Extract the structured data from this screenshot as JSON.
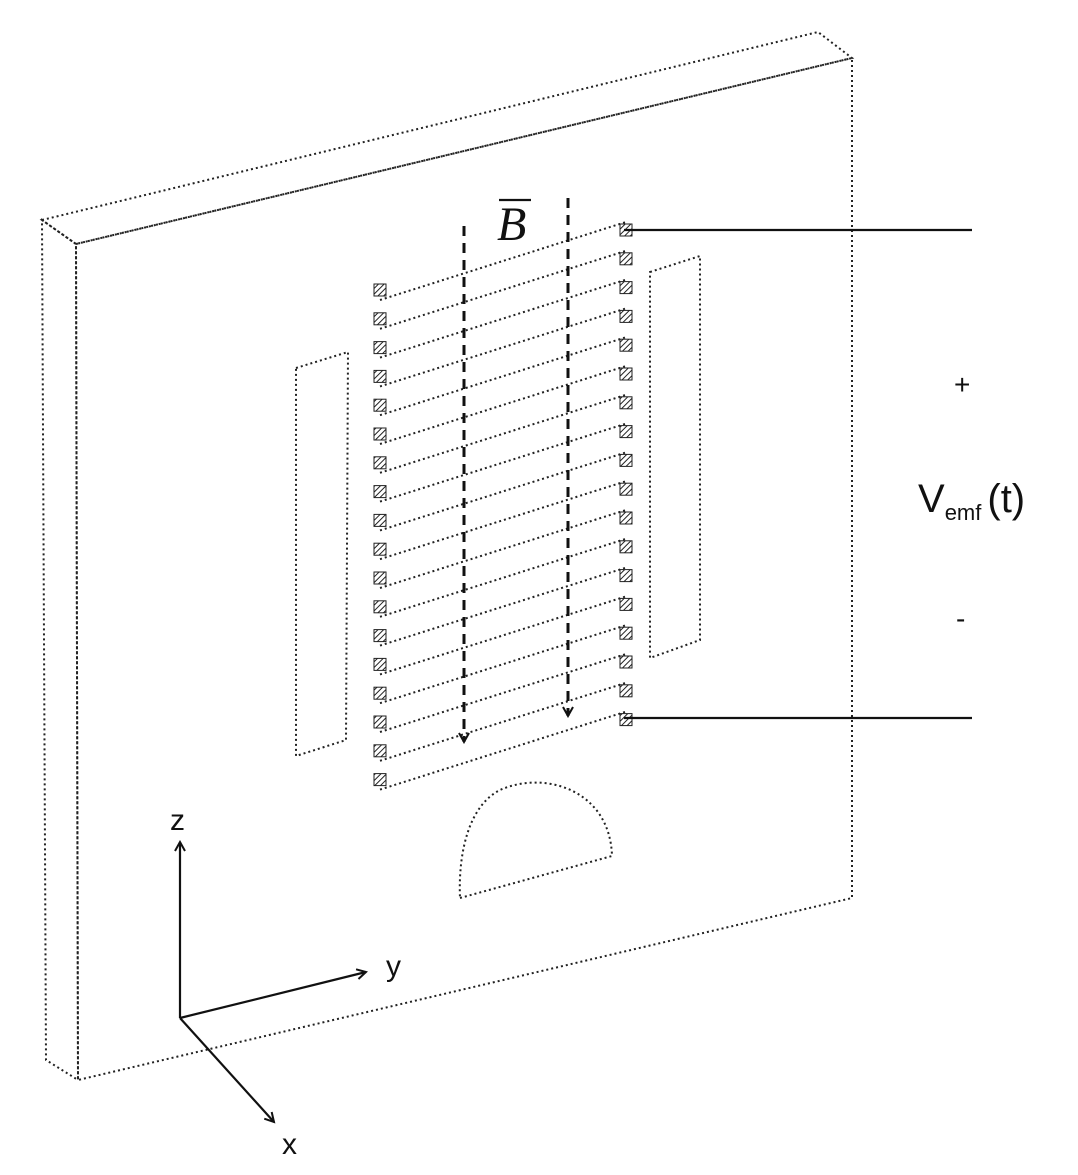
{
  "labels": {
    "field": "B",
    "plus": "+",
    "voltage_main": "V",
    "voltage_sub": "emf",
    "voltage_arg": "(t)",
    "minus": "-",
    "axis_z": "z",
    "axis_y": "y",
    "axis_x": "x"
  },
  "coil": {
    "turns": 18
  }
}
